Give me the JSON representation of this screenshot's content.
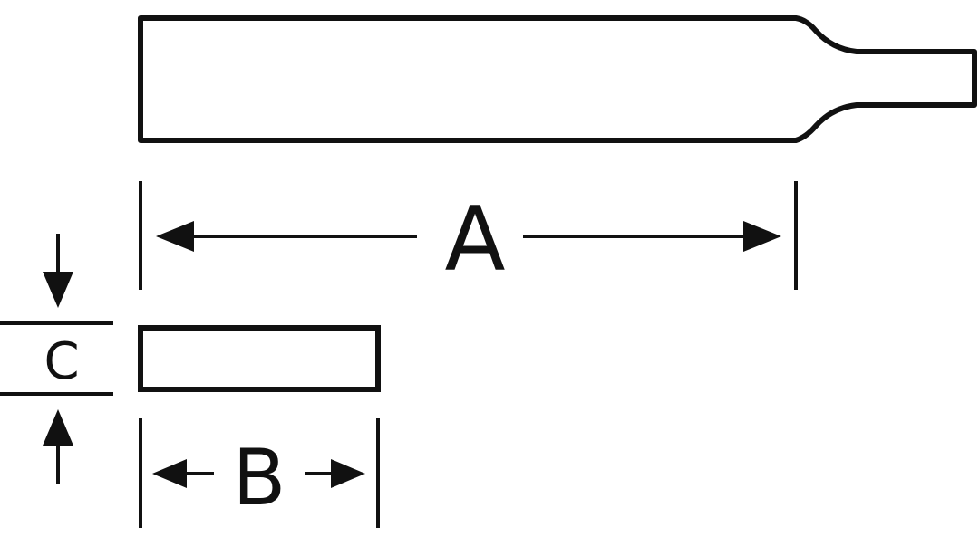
{
  "labels": {
    "length": "A",
    "width": "B",
    "thickness": "C"
  },
  "colors": {
    "line": "#111111",
    "background": "#ffffff"
  }
}
